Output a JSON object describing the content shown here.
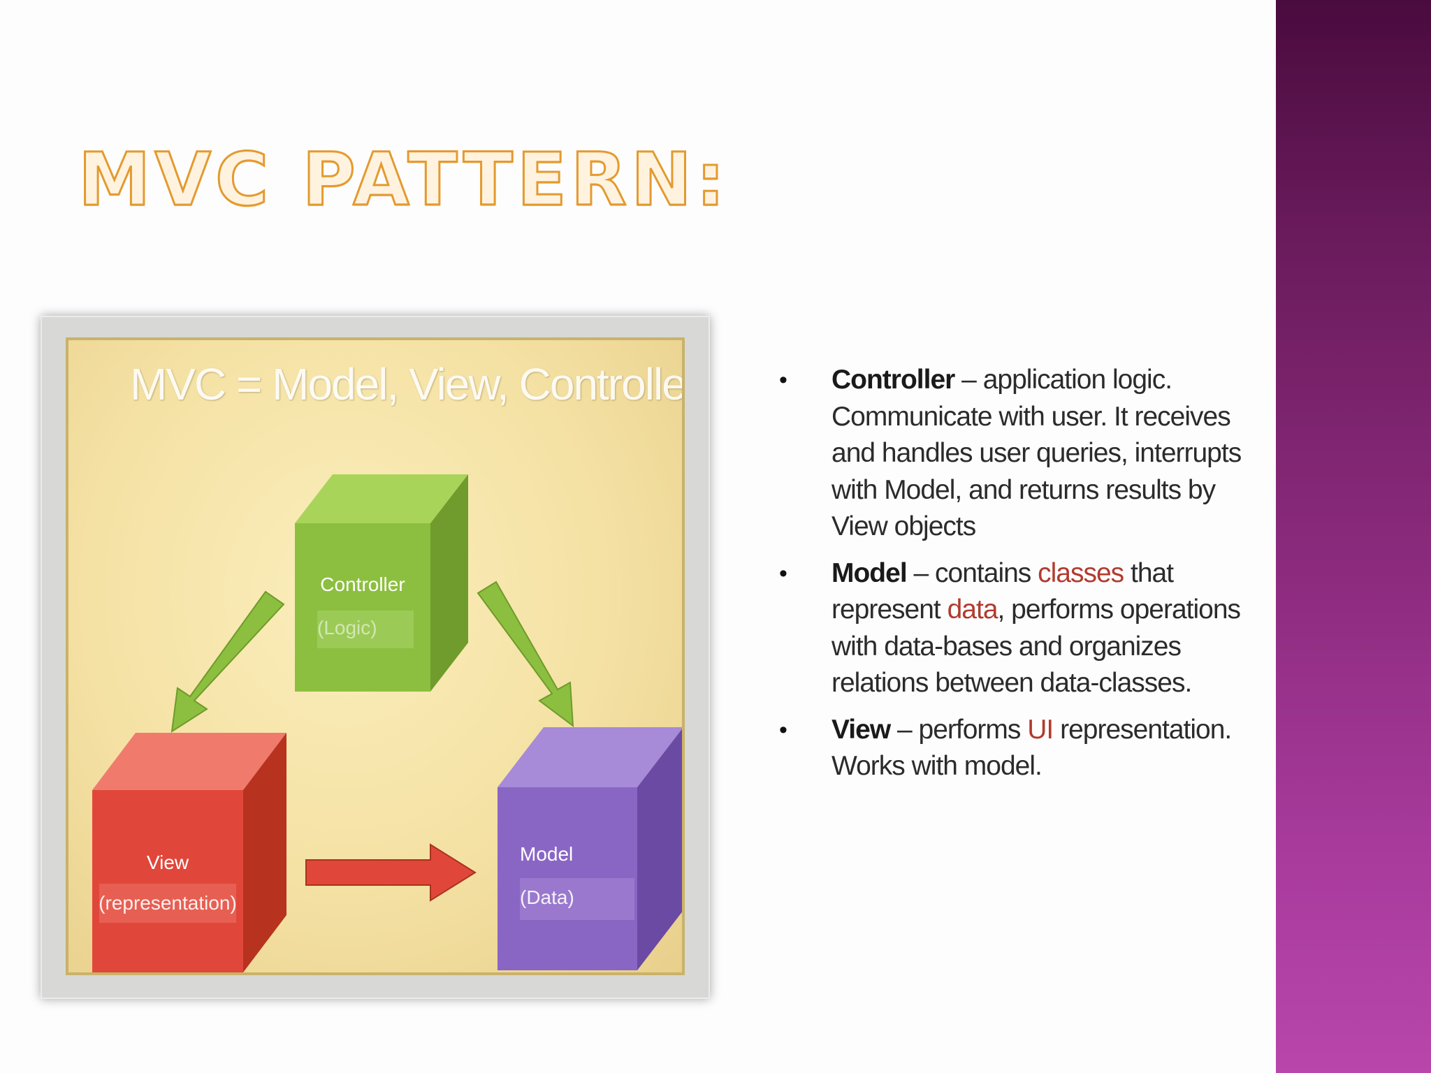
{
  "slide": {
    "title": "MVC PATTERN:",
    "colors": {
      "title_fill": "#fff3e0",
      "title_outline": "#e49a2f",
      "side_band_top": "#4a0b3e",
      "side_band_bottom": "#b846ab",
      "highlight_text": "#b23a2e"
    }
  },
  "diagram": {
    "title": "MVC = Model, View, Controller",
    "nodes": [
      {
        "id": "controller",
        "label": "Controller",
        "sublabel": "(Logic)",
        "color": "#8cbf3f"
      },
      {
        "id": "view",
        "label": "View",
        "sublabel": "(representation)",
        "color": "#e0473a"
      },
      {
        "id": "model",
        "label": "Model",
        "sublabel": "(Data)",
        "color": "#8a66c4"
      }
    ],
    "edges": [
      {
        "from": "controller",
        "to": "view",
        "color": "#8cbf3f"
      },
      {
        "from": "controller",
        "to": "model",
        "color": "#8cbf3f"
      },
      {
        "from": "view",
        "to": "model",
        "color": "#e0473a"
      }
    ]
  },
  "bullets": [
    {
      "bullet_glyph": "•",
      "term": "Controller",
      "text": " – application logic. Communicate with user. It receives and handles user queries, interrupts with Model, and returns results by View objects"
    },
    {
      "bullet_glyph": "•",
      "term": "Model",
      "text_a": " –  contains ",
      "hl_a": "classes",
      "text_b": " that represent ",
      "hl_b": "data",
      "text_c": ", performs operations with data-bases and organizes relations between data-classes."
    },
    {
      "bullet_glyph": "•",
      "term": "View",
      "text_a": " – performs ",
      "hl_a": "UI",
      "text_b": " representation. Works with model."
    }
  ]
}
